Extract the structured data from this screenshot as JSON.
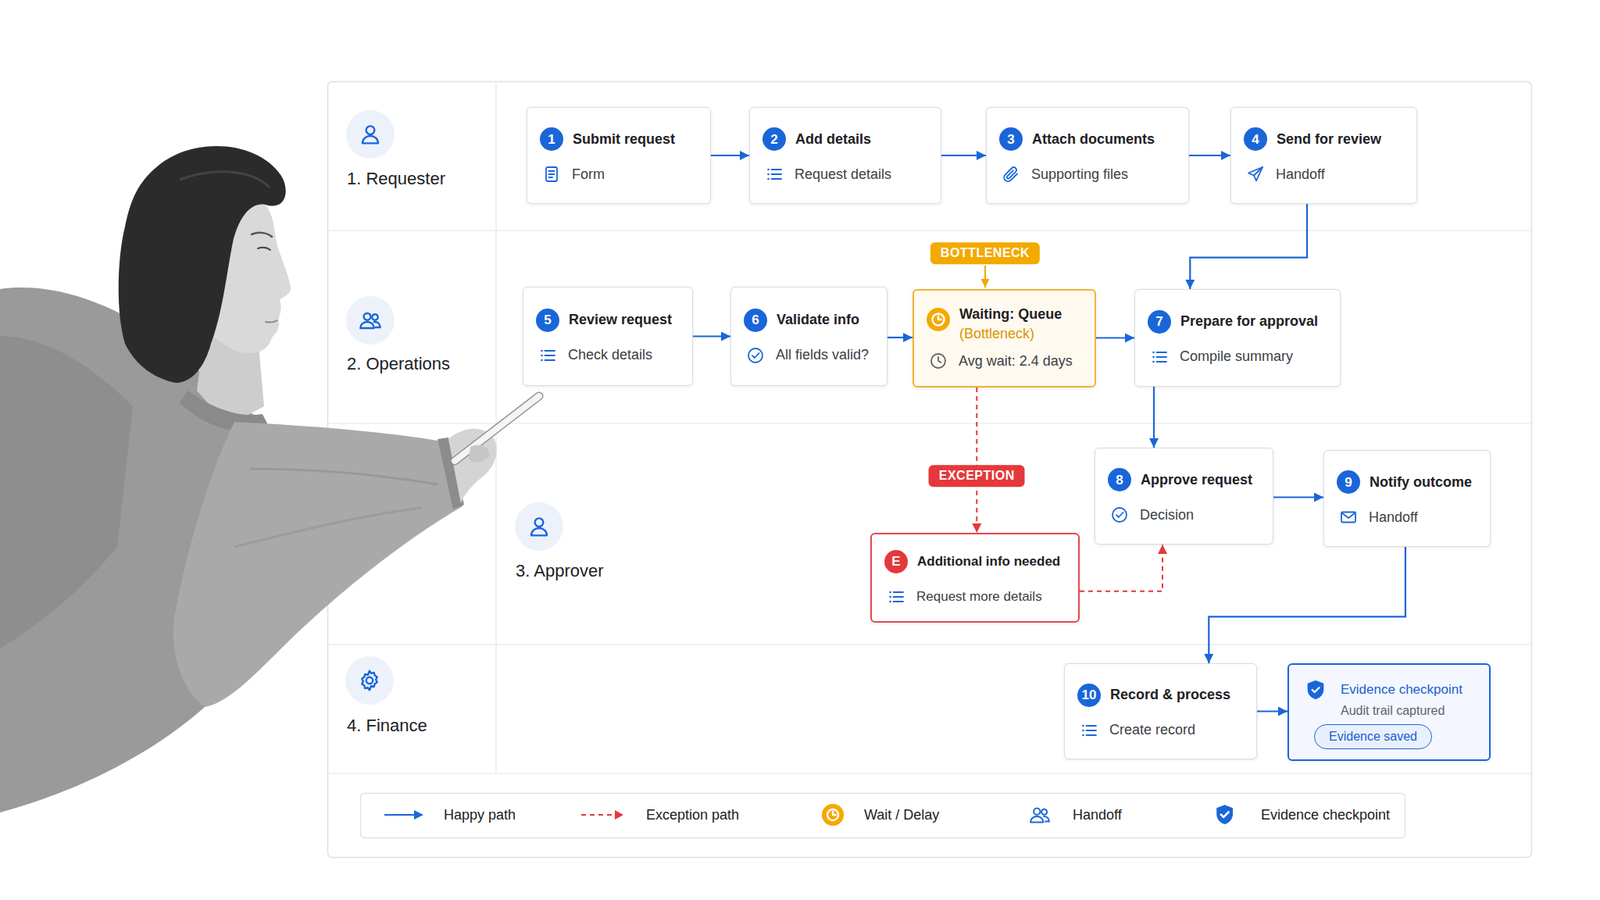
{
  "diagram": {
    "nodes": [
      {
        "text": [
          "1. Requester"
        ]
      },
      {
        "text": [
          "1",
          "Submit request",
          "Form"
        ],
        "in": 0
      },
      {
        "text": [
          "2",
          "Add details",
          "Request details"
        ],
        "in": 0
      },
      {
        "text": [
          "3",
          "Attach documents",
          "Supporting files"
        ],
        "in": 0
      },
      {
        "text": [
          "4",
          "Send for review",
          "Handoff"
        ],
        "in": 0
      },
      {
        "text": [
          "2. Operations"
        ]
      },
      {
        "text": [
          "5",
          "Review request",
          "Check details"
        ],
        "in": 5
      },
      {
        "text": [
          "6",
          "Validate info",
          "All fields valid?"
        ],
        "in": 5
      },
      {
        "text": [
          "Waiting: Queue",
          "(Bottleneck)",
          "Avg wait: 2.4 days"
        ],
        "in": 5
      },
      {
        "text": [
          "7",
          "Prepare for approval",
          "Compile summary"
        ],
        "in": 5
      },
      {
        "text": [
          "3. Approver"
        ]
      },
      {
        "text": [
          "E",
          "Additional info needed",
          "Request more details"
        ],
        "in": 10
      },
      {
        "text": [
          "8",
          "Approve request",
          "Decision"
        ],
        "in": 10
      },
      {
        "text": [
          "9",
          "Notify outcome",
          "Handoff"
        ],
        "in": 10
      },
      {
        "text": [
          "4. Finance"
        ]
      },
      {
        "text": [
          "10",
          "Record & process",
          "Create record"
        ],
        "in": 14
      },
      {
        "text": [
          "Evidence checkpoint",
          "Audit trail captured",
          "Evidence saved"
        ],
        "in": 14
      }
    ],
    "edges": [
      {
        "from": 1,
        "to": 2,
        "arrow": "to"
      },
      {
        "from": 2,
        "to": 3,
        "arrow": "to"
      },
      {
        "from": 3,
        "to": 4,
        "arrow": "to"
      },
      {
        "from": 4,
        "to": 9,
        "arrow": "to"
      },
      {
        "from": 6,
        "to": 7,
        "arrow": "to"
      },
      {
        "from": 7,
        "to": 8,
        "arrow": "to"
      },
      {
        "from": 8,
        "to": 9,
        "arrow": "to"
      },
      {
        "from": 9,
        "to": 12,
        "arrow": "to"
      },
      {
        "from": 8,
        "to": 11,
        "label": "EXCEPTION",
        "arrow": "to"
      },
      {
        "from": 11,
        "to": 12,
        "arrow": "to"
      },
      {
        "from": 12,
        "to": 13,
        "arrow": "to"
      },
      {
        "from": 13,
        "to": 15,
        "arrow": "to"
      },
      {
        "from": 15,
        "to": 16,
        "arrow": "to"
      }
    ],
    "labels": [
      "BOTTLENECK"
    ],
    "legend": [
      {
        "text": "Happy path"
      },
      {
        "text": "Exception path"
      },
      {
        "text": "Wait / Delay"
      },
      {
        "text": "Handoff"
      },
      {
        "text": "Evidence checkpoint"
      }
    ]
  }
}
